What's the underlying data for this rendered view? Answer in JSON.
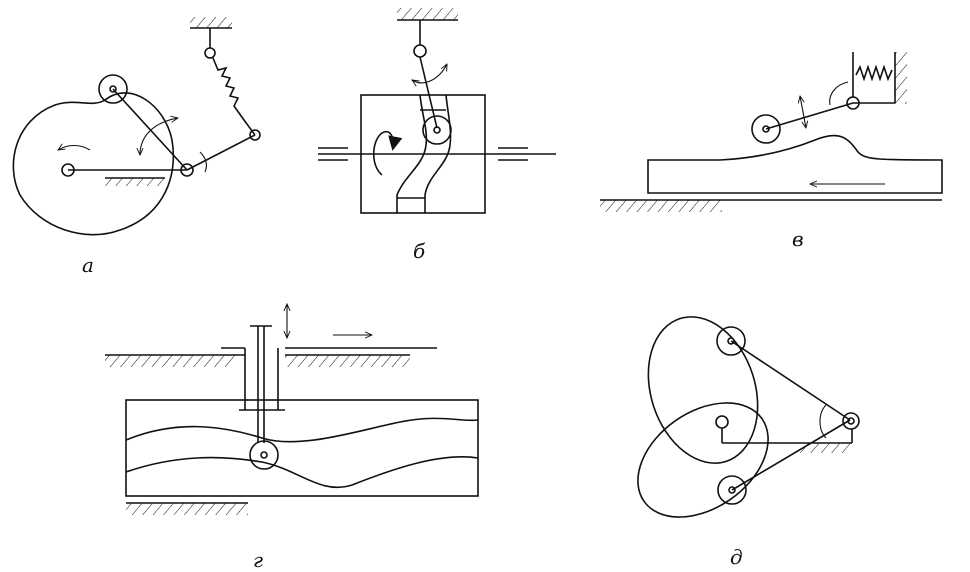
{
  "labels": {
    "a": "а",
    "b": "б",
    "v": "в",
    "g": "г",
    "d": "д"
  },
  "colors": {
    "ink": "#111111",
    "background": "#ffffff"
  }
}
